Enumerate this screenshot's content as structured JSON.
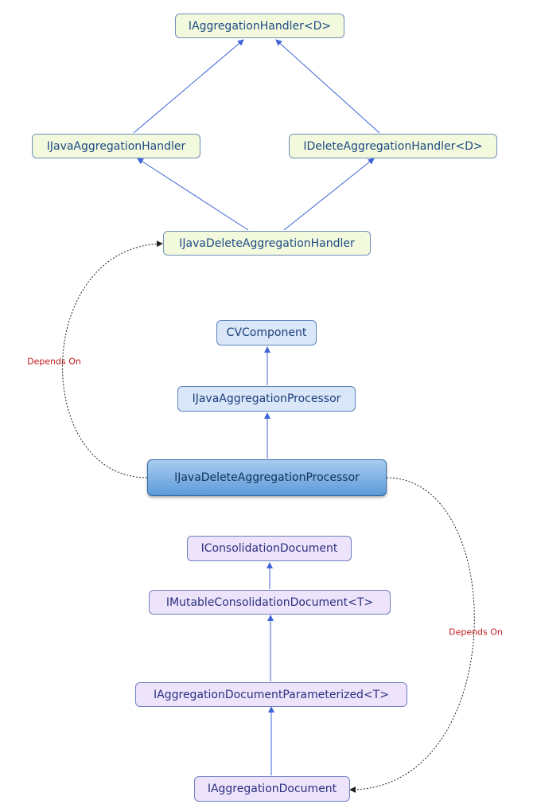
{
  "nodes": {
    "aggregation_handler": "IAggregationHandler<D>",
    "java_aggregation_handler": "IJavaAggregationHandler",
    "delete_aggregation_handler": "IDeleteAggregationHandler<D>",
    "java_delete_aggregation_handler": "IJavaDeleteAggregationHandler",
    "cv_component": "CVComponent",
    "java_aggregation_processor": "IJavaAggregationProcessor",
    "java_delete_aggregation_processor": "IJavaDeleteAggregationProcessor",
    "consolidation_document": "IConsolidationDocument",
    "mutable_consolidation_document": "IMutableConsolidationDocument<T>",
    "aggregation_document_parameterized": "IAggregationDocumentParameterized<T>",
    "aggregation_document": "IAggregationDocument"
  },
  "labels": {
    "depends_on_left": "Depends On",
    "depends_on_right": "Depends On"
  },
  "colors": {
    "handler_fill": "#f3f9dc",
    "processor_fill": "#dae7f8",
    "document_fill": "#ede4fb",
    "focus_fill": "#5d9bd8",
    "inheritance_edge": "#3f63d6",
    "dependency_edge": "#222222",
    "dependency_label": "#c21a1a"
  }
}
